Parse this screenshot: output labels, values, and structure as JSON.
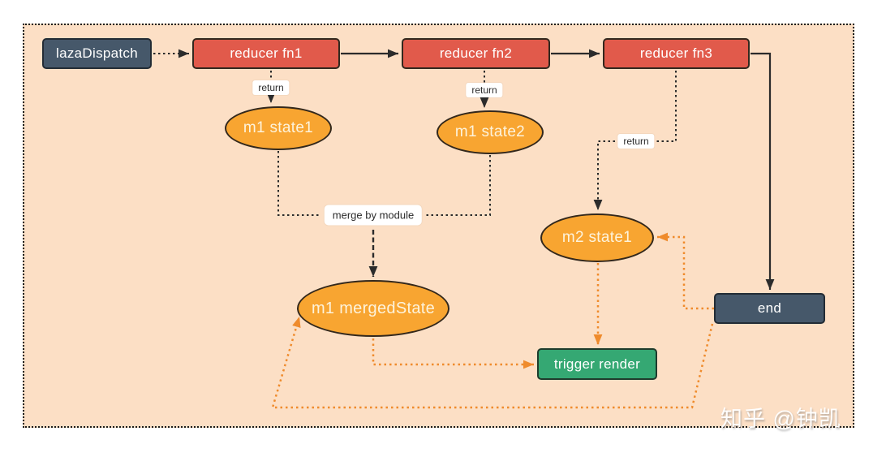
{
  "nodes": {
    "laza_dispatch": {
      "label": "lazaDispatch"
    },
    "reducer_fn1": {
      "label": "reducer fn1"
    },
    "reducer_fn2": {
      "label": "reducer fn2"
    },
    "reducer_fn3": {
      "label": "reducer fn3"
    },
    "m1_state1": {
      "label": "m1 state1"
    },
    "m1_state2": {
      "label": "m1 state2"
    },
    "m2_state1": {
      "label": "m2 state1"
    },
    "m1_merged_state": {
      "label": "m1 mergedState"
    },
    "trigger_render": {
      "label": "trigger render"
    },
    "end": {
      "label": "end"
    }
  },
  "edge_labels": {
    "return_fn1": "return",
    "return_fn2": "return",
    "return_fn3": "return",
    "merge_by_module": "merge by module"
  },
  "watermark": "知乎 @钟凯",
  "colors": {
    "canvas_background": "#fcdfc5",
    "process_box": "#e15a4b",
    "terminal_box": "#46586a",
    "render_box": "#35a873",
    "state_ellipse": "#f8a531",
    "dark_edge": "#2b2b2b",
    "orange_edge": "#ef8b2c"
  }
}
